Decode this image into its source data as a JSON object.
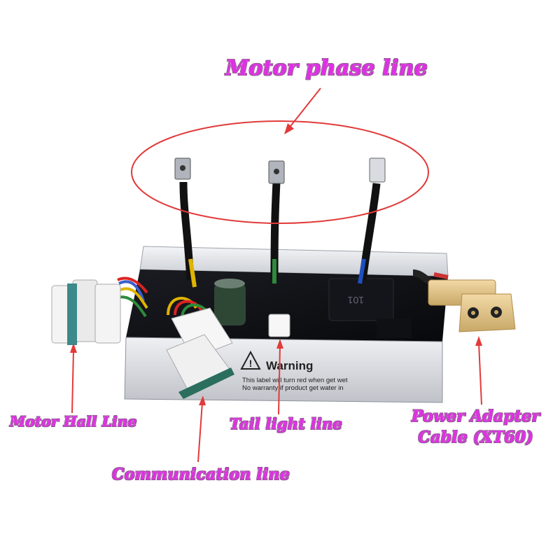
{
  "labels": {
    "motor_phase": "Motor phase line",
    "motor_hall": "Motor Hall Line",
    "tail_light": "Tail light line",
    "communication": "Communication line",
    "power_line1": "Power Adapter",
    "power_line2": "Cable (XT60)"
  },
  "warning_label": {
    "title": "Warning",
    "line1": "This label will turn red when get wet",
    "line2": "No warranty if product get water in"
  },
  "colors": {
    "label_fill": "#e22de6",
    "annotation": "#e23a3a",
    "xt60_body": "#e8c88a",
    "case_metal": "#d9dbe0"
  }
}
